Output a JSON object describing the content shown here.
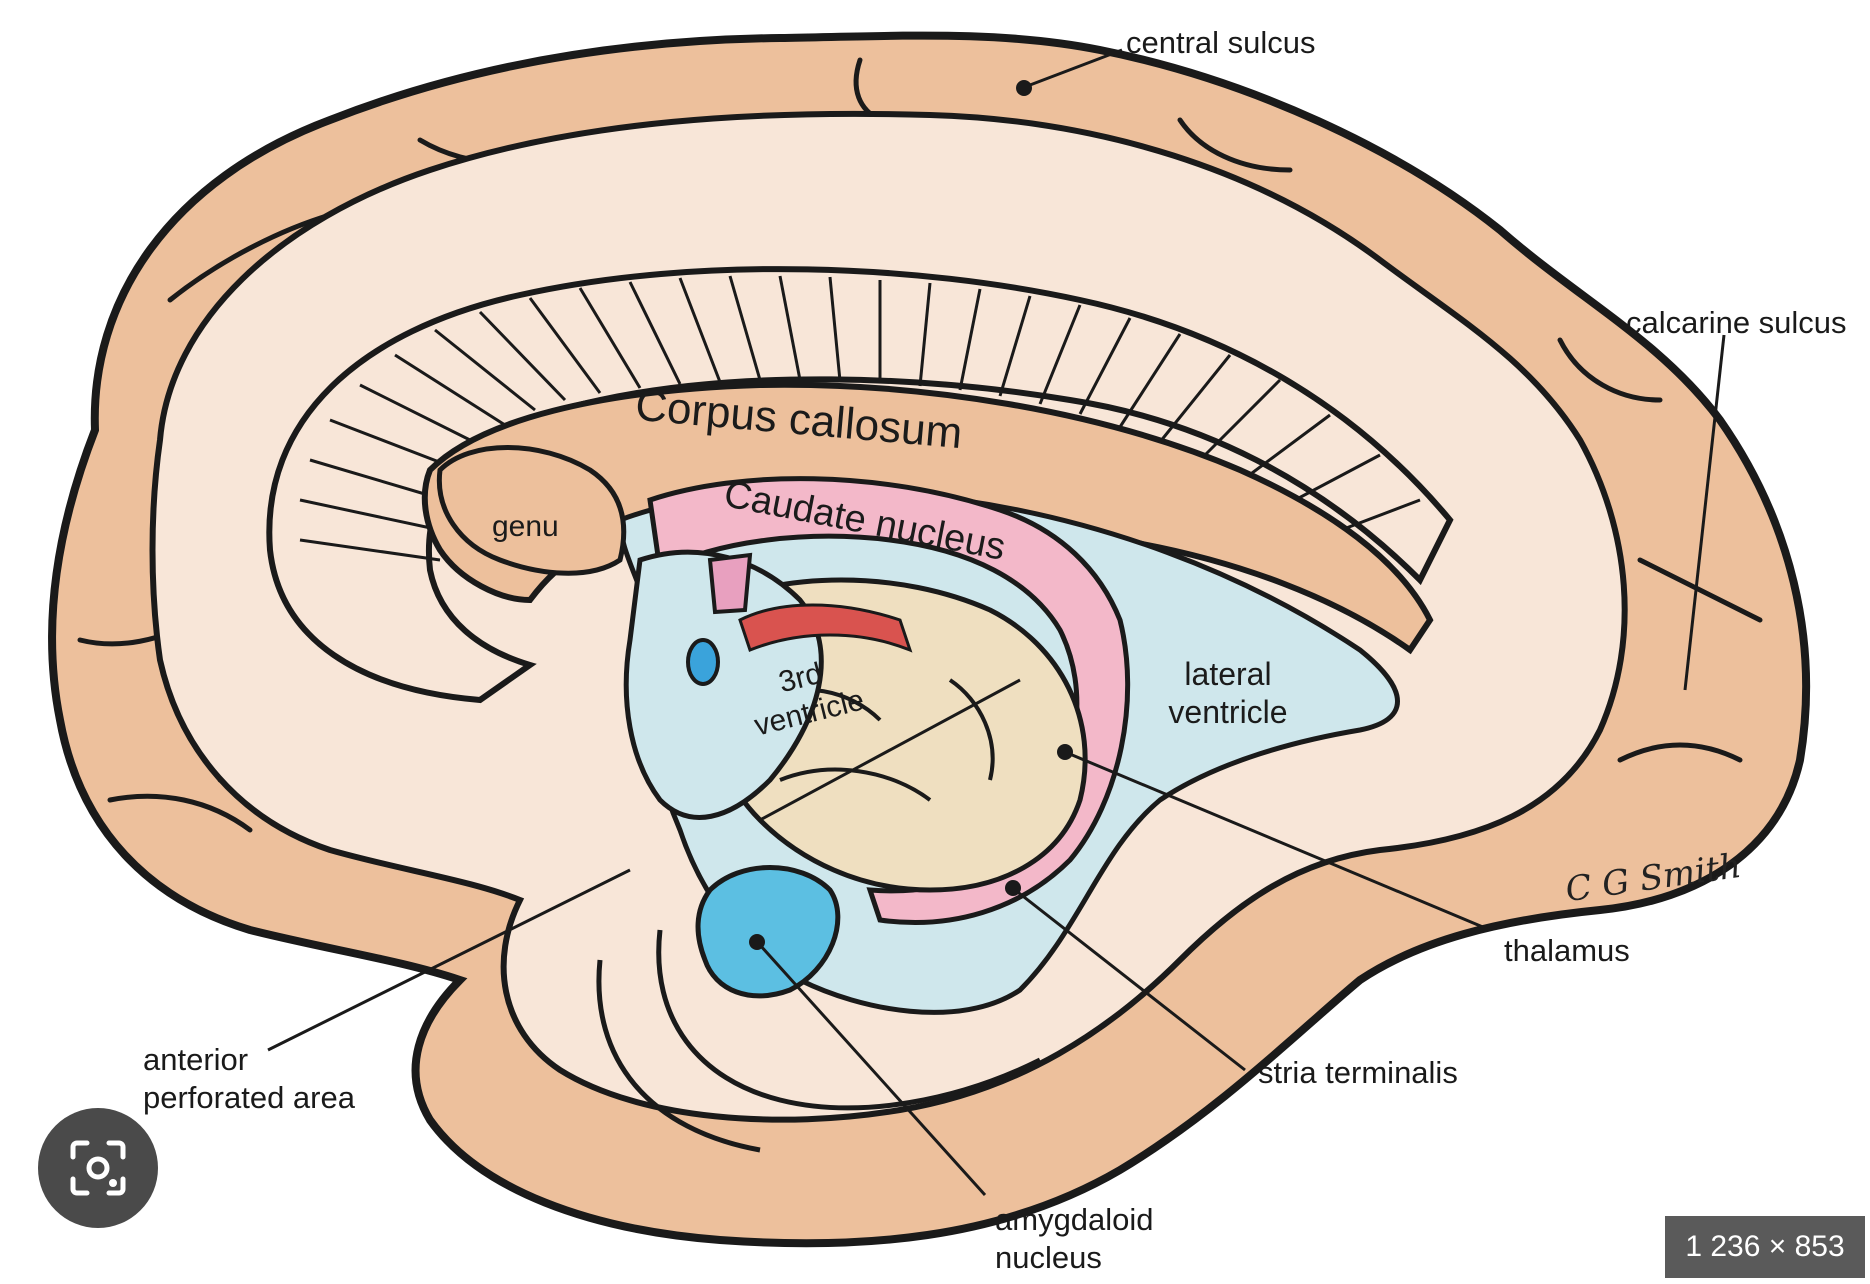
{
  "labels": {
    "central_sulcus": "central sulcus",
    "calcarine_sulcus": "calcarine sulcus",
    "corpus_callosum": "Corpus callosum",
    "genu": "genu",
    "caudate_nucleus": "Caudate nucleus",
    "third_ventricle": "3rd ventricle",
    "lateral_ventricle": "lateral ventricle",
    "thalamus": "thalamus",
    "stria_terminalis": "stria terminalis",
    "anterior_perforated_area": "anterior perforated area",
    "amygdaloid_nucleus": "amygdaloid nucleus"
  },
  "signature": "C G Smith",
  "image_dimensions_badge": "1 236 × 853",
  "lens_icon": "visual-search-icon",
  "colors": {
    "cortex": "#EDC09C",
    "white_matter": "#F8E6D8",
    "ventricle": "#CFE7EC",
    "caudate": "#F3B8C9",
    "thalamus": "#EFDFC0",
    "amygdala": "#5CBFE2",
    "outline": "#1a1a1a"
  }
}
